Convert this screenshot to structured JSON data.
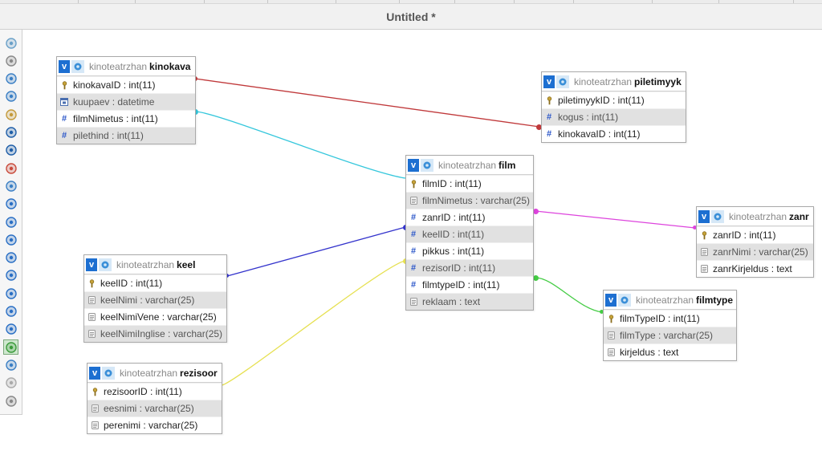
{
  "window": {
    "title": "Untitled *"
  },
  "colors": {
    "kinokava_piletimyyk": "#c0393b",
    "kinokava_film": "#35c7dc",
    "keel_film": "#3333cc",
    "rezisoor_film": "#e6e050",
    "film_zanr": "#dd44dd",
    "film_filmtype": "#44cc44"
  },
  "toolbar": [
    {
      "name": "toggle-menu-icon"
    },
    {
      "name": "fit-page-icon"
    },
    {
      "name": "add-tables-icon"
    },
    {
      "name": "new-page-icon"
    },
    {
      "name": "edit-page-icon"
    },
    {
      "name": "save-icon"
    },
    {
      "name": "save-as-icon"
    },
    {
      "name": "delete-page-icon"
    },
    {
      "name": "export-pdf-icon"
    },
    {
      "name": "relation-lines-icon"
    },
    {
      "name": "toggle-grid-icon"
    },
    {
      "name": "angular-links-icon"
    },
    {
      "name": "help-icon"
    },
    {
      "name": "show-relations-icon"
    },
    {
      "name": "snap-grid-icon"
    },
    {
      "name": "display-field-icon"
    },
    {
      "name": "small-big-icon"
    },
    {
      "name": "active-tool-icon"
    },
    {
      "name": "import-icon"
    },
    {
      "name": "disabled-tool-icon"
    },
    {
      "name": "anchor-icon"
    }
  ],
  "tables": {
    "kinokava": {
      "db": "kinoteatrzhan",
      "name": "kinokava",
      "columns": [
        {
          "label": "kinokavaID : int(11)",
          "icon": "key-icon"
        },
        {
          "label": "kuupaev : datetime",
          "icon": "datetime-icon"
        },
        {
          "label": "filmNimetus : int(11)",
          "icon": "number-icon"
        },
        {
          "label": "pilethind : int(11)",
          "icon": "number-icon"
        }
      ]
    },
    "piletimyyk": {
      "db": "kinoteatrzhan",
      "name": "piletimyyk",
      "columns": [
        {
          "label": "piletimyykID : int(11)",
          "icon": "key-icon"
        },
        {
          "label": "kogus : int(11)",
          "icon": "number-icon"
        },
        {
          "label": "kinokavaID : int(11)",
          "icon": "number-icon"
        }
      ]
    },
    "film": {
      "db": "kinoteatrzhan",
      "name": "film",
      "columns": [
        {
          "label": "filmID : int(11)",
          "icon": "key-icon"
        },
        {
          "label": "filmNimetus : varchar(25)",
          "icon": "text-icon"
        },
        {
          "label": "zanrID : int(11)",
          "icon": "number-icon"
        },
        {
          "label": "keelID : int(11)",
          "icon": "number-icon"
        },
        {
          "label": "pikkus : int(11)",
          "icon": "number-icon"
        },
        {
          "label": "rezisorID : int(11)",
          "icon": "number-icon"
        },
        {
          "label": "filmtypeID : int(11)",
          "icon": "number-icon"
        },
        {
          "label": "reklaam : text",
          "icon": "text-icon"
        }
      ]
    },
    "zanr": {
      "db": "kinoteatrzhan",
      "name": "zanr",
      "columns": [
        {
          "label": "zanrID : int(11)",
          "icon": "key-icon"
        },
        {
          "label": "zanrNimi : varchar(25)",
          "icon": "text-icon"
        },
        {
          "label": "zanrKirjeldus : text",
          "icon": "text-icon"
        }
      ]
    },
    "keel": {
      "db": "kinoteatrzhan",
      "name": "keel",
      "columns": [
        {
          "label": "keelID : int(11)",
          "icon": "key-icon"
        },
        {
          "label": "keelNimi : varchar(25)",
          "icon": "text-icon"
        },
        {
          "label": "keelNimiVene : varchar(25)",
          "icon": "text-icon"
        },
        {
          "label": "keelNimiInglise : varchar(25)",
          "icon": "text-icon"
        }
      ]
    },
    "filmtype": {
      "db": "kinoteatrzhan",
      "name": "filmtype",
      "columns": [
        {
          "label": "filmTypeID : int(11)",
          "icon": "key-icon"
        },
        {
          "label": "filmType : varchar(25)",
          "icon": "text-icon"
        },
        {
          "label": "kirjeldus : text",
          "icon": "text-icon"
        }
      ]
    },
    "rezisoor": {
      "db": "kinoteatrzhan",
      "name": "rezisoor",
      "columns": [
        {
          "label": "rezisoorID : int(11)",
          "icon": "key-icon"
        },
        {
          "label": "eesnimi : varchar(25)",
          "icon": "text-icon"
        },
        {
          "label": "perenimi : varchar(25)",
          "icon": "text-icon"
        }
      ]
    }
  }
}
